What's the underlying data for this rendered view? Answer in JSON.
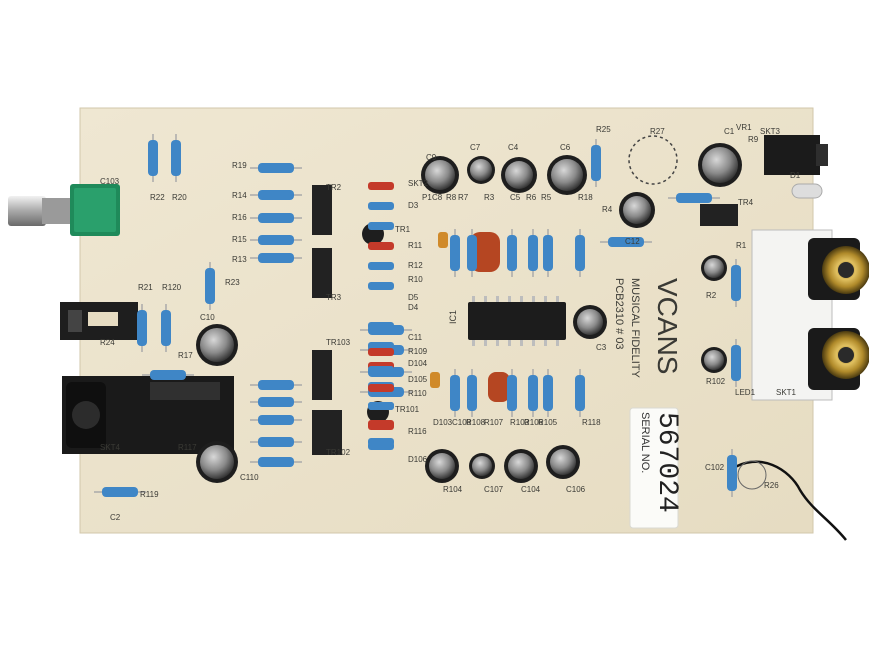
{
  "board": {
    "brand": "VCANS",
    "maker_line": "MUSICAL FIDELITY",
    "pcb_line": "PCB2310 # 03",
    "serial_label": "SERIAL NO.",
    "serial_number": "567024",
    "ic_label": "IC1"
  },
  "designators": [
    "R22",
    "R20",
    "R19",
    "R14",
    "R16",
    "R15",
    "R13",
    "TR2",
    "TR3",
    "TR1",
    "TR4",
    "TR101",
    "TR102",
    "TR103",
    "R21",
    "R120",
    "R23",
    "C10",
    "R17",
    "R117",
    "C110",
    "R119",
    "R24",
    "SKT4",
    "SKT3",
    "SKT1",
    "SKT2",
    "D3",
    "R11",
    "R12",
    "R10",
    "D5",
    "D4",
    "R9",
    "D1",
    "LED1",
    "R102",
    "C102",
    "R26",
    "P1",
    "C8",
    "R8",
    "R7",
    "R3",
    "C5",
    "R6",
    "R5",
    "R18",
    "R4",
    "C12",
    "R25",
    "R27",
    "C9",
    "C7",
    "C4",
    "C6",
    "C3",
    "C1",
    "C11",
    "R109",
    "D104",
    "D105",
    "R110",
    "R116",
    "D106",
    "D103",
    "C108",
    "R108",
    "R107",
    "R103",
    "R106",
    "R105",
    "R118",
    "R104",
    "C107",
    "C104",
    "C106",
    "C103",
    "VR1",
    "R1",
    "R2",
    "C2"
  ],
  "colors": {
    "pcb": "#ece3cc",
    "background": "#ffffff",
    "resistor_body": "#3f86c6",
    "electrolytic": "#2a2a2a",
    "pot_green": "#1f8a5a",
    "rca_gold": "#c9a23a"
  }
}
